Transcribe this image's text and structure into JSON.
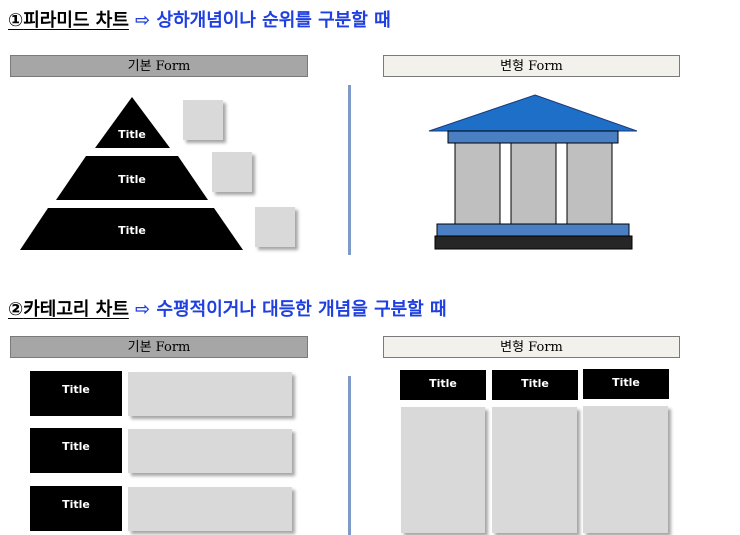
{
  "section1": {
    "number": "①",
    "title": "피라미드 차트",
    "arrow": "⇨",
    "description": "상하개념이나 순위를 구분할 때",
    "basic_form": "기본 Form",
    "variant_form": "변형 Form",
    "pyramid_labels": [
      "Title",
      "Title",
      "Title"
    ]
  },
  "section2": {
    "number": "②",
    "title": "카테고리 차트",
    "arrow": "⇨",
    "description": "수평적이거나 대등한 개념을 구분할 때",
    "basic_form": "기본 Form",
    "variant_form": "변형 Form",
    "row_labels": [
      "Title",
      "Title",
      "Title"
    ],
    "column_labels": [
      "Title",
      "Title",
      "Title"
    ]
  },
  "colors": {
    "accent_blue": "#1f3fe0",
    "roof_blue": "#1e6fc8",
    "divider": "#7f9ac8",
    "box_gray": "#d9d9d9"
  }
}
